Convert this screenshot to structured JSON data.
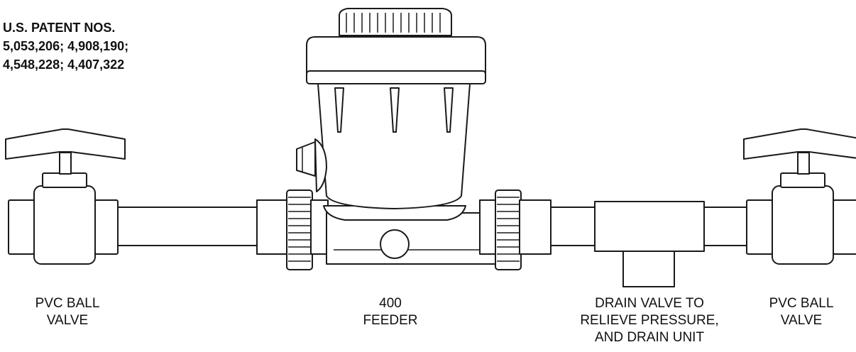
{
  "patent": {
    "line1": "U.S. PATENT NOS.",
    "line2": "5,053,206; 4,908,190;",
    "line3": "4,548,228; 4,407,322"
  },
  "labels": {
    "left_valve": [
      "PVC BALL",
      "VALVE"
    ],
    "feeder": [
      "400",
      "FEEDER"
    ],
    "drain": [
      "DRAIN VALVE TO",
      "RELIEVE PRESSURE,",
      "AND DRAIN UNIT"
    ],
    "right_valve": [
      "PVC BALL",
      "VALVE"
    ]
  },
  "colors": {
    "line": "#1a1a1a",
    "fill": "#ffffff",
    "text": "#111111"
  }
}
